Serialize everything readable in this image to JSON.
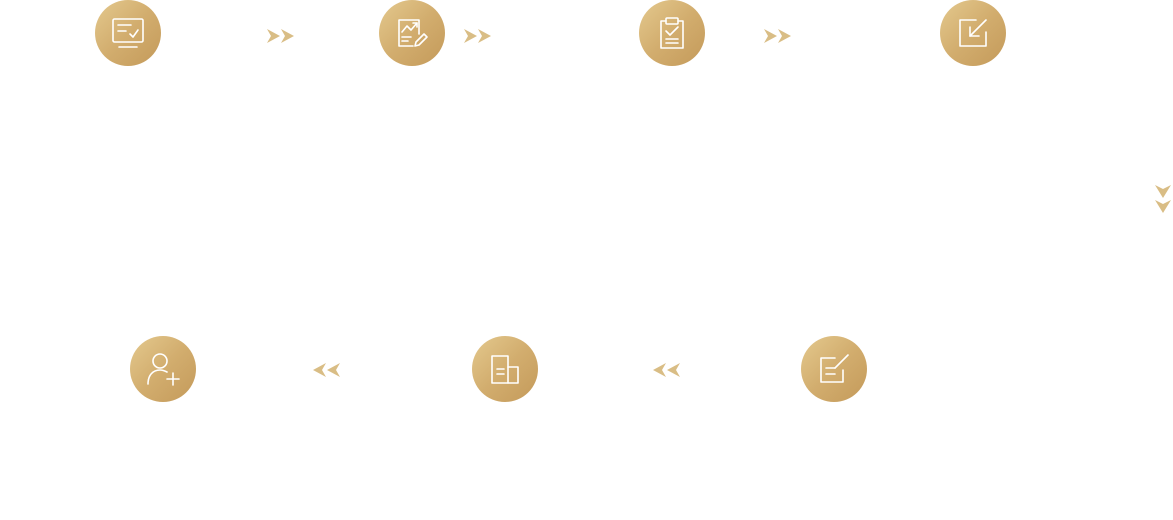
{
  "colors": {
    "circle_gradient_start": "#e4c98e",
    "circle_gradient_end": "#c49a5a",
    "arrow": "#d9bd85",
    "icon_stroke": "#ffffff"
  },
  "row_top": {
    "steps": [
      {
        "icon": "monitor-check-icon"
      },
      {
        "icon": "chart-edit-icon"
      },
      {
        "icon": "clipboard-check-icon"
      },
      {
        "icon": "arrow-in-box-icon"
      }
    ],
    "arrow_direction": "right"
  },
  "connector": {
    "arrow_direction": "down"
  },
  "row_bottom": {
    "steps": [
      {
        "icon": "user-add-icon"
      },
      {
        "icon": "document-icon"
      },
      {
        "icon": "edit-note-icon"
      }
    ],
    "arrow_direction": "left"
  }
}
